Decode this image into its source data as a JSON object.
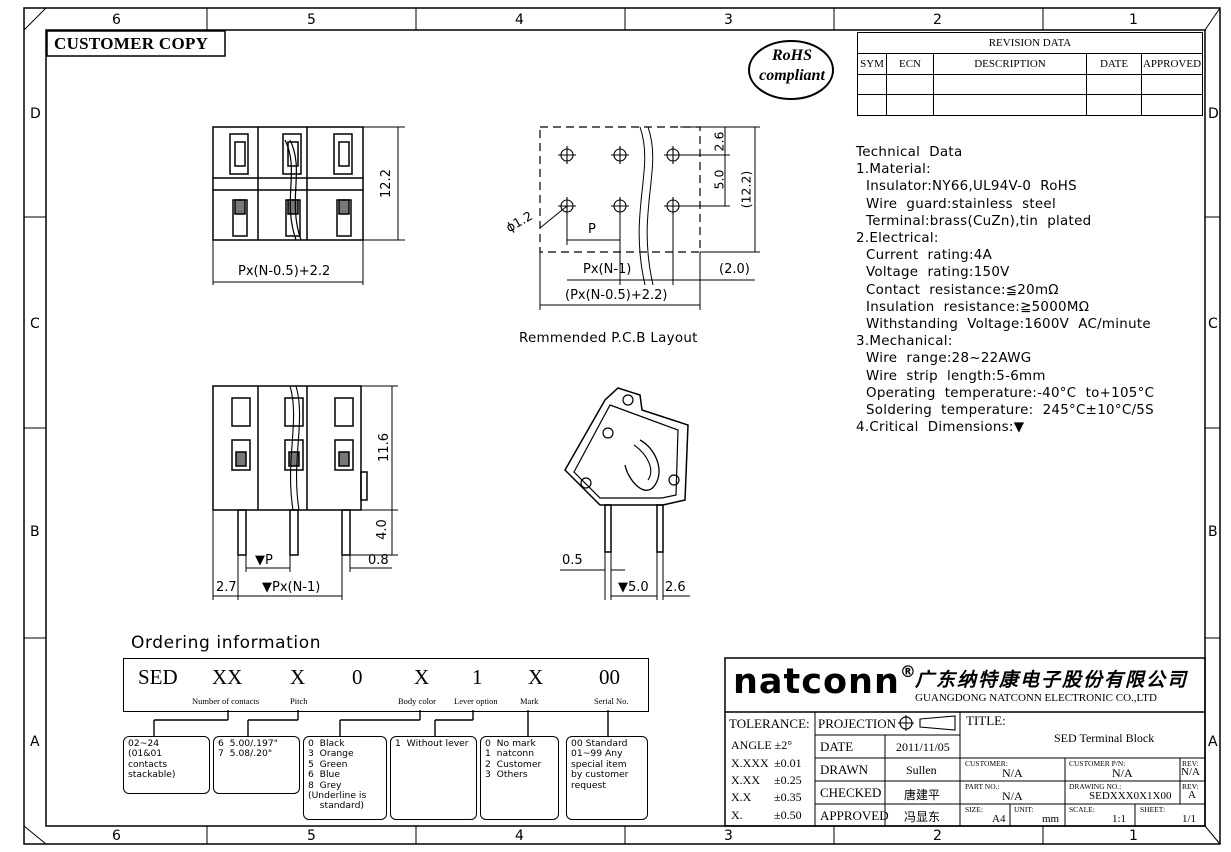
{
  "border": {
    "top_cols": [
      "6",
      "5",
      "4",
      "3",
      "2",
      "1"
    ],
    "bottom_cols": [
      "6",
      "5",
      "4",
      "3",
      "2",
      "1"
    ],
    "rows": [
      "D",
      "C",
      "B",
      "A"
    ]
  },
  "customer_copy": "CUSTOMER COPY",
  "rohs": {
    "line1": "RoHS",
    "line2": "compliant"
  },
  "revision": {
    "title": "REVISION DATA",
    "headers": [
      "SYM",
      "ECN",
      "DESCRIPTION",
      "DATE",
      "APPROVED"
    ]
  },
  "technical": {
    "lines": [
      {
        "t": "Technical  Data",
        "i": 0
      },
      {
        "t": "1.Material:",
        "i": 0
      },
      {
        "t": "Insulator:NY66,UL94V-0  RoHS",
        "i": 1
      },
      {
        "t": "Wire  guard:stainless  steel",
        "i": 1
      },
      {
        "t": "Terminal:brass(CuZn),tin  plated",
        "i": 1
      },
      {
        "t": "2.Electrical:",
        "i": 0
      },
      {
        "t": "Current  rating:4A",
        "i": 1
      },
      {
        "t": "Voltage  rating:150V",
        "i": 1
      },
      {
        "t": "Contact  resistance:≦20mΩ",
        "i": 1
      },
      {
        "t": "Insulation  resistance:≧5000MΩ",
        "i": 1
      },
      {
        "t": "Withstanding  Voltage:1600V  AC/minute",
        "i": 1
      },
      {
        "t": "3.Mechanical:",
        "i": 0
      },
      {
        "t": "Wire  range:28~22AWG",
        "i": 1
      },
      {
        "t": "Wire  strip  length:5-6mm",
        "i": 1
      },
      {
        "t": "Operating  temperature:-40°C  to+105°C",
        "i": 1
      },
      {
        "t": "Soldering  temperature:  245°C±10°C/5S",
        "i": 1
      },
      {
        "t": "4.Critical  Dimensions:▼",
        "i": 0
      }
    ]
  },
  "dims": {
    "front_height": "12.2",
    "front_width": "Px(N-0.5)+2.2",
    "pcb_26": "2.6",
    "pcb_50": "5.0",
    "pcb_122": "(12.2)",
    "pcb_phi": "ϕ1.2",
    "pcb_p": "P",
    "pcb_pxn1": "Px(N-1)",
    "pcb_20": "(2.0)",
    "pcb_total": "(Px(N-0.5)+2.2)",
    "pcb_caption": "Remmended  P.C.B  Layout",
    "side_116": "11.6",
    "side_40": "4.0",
    "side_p": "▼P",
    "side_08": "0.8",
    "side_27": "2.7",
    "side_pxn1": "▼Px(N-1)",
    "iso_05": "0.5",
    "iso_50": "▼5.0",
    "iso_26": "2.6"
  },
  "ordering": {
    "title": "Ordering  information",
    "codes": [
      "SED",
      "XX",
      "X",
      "0",
      "X",
      "1",
      "X",
      "00"
    ],
    "labels": [
      "Number of contacts",
      "Pitch",
      "Body color",
      "Lever option",
      "Mark",
      "Serial No."
    ],
    "boxes": [
      "02~24\n(01&01\ncontacts\nstackable)",
      "6  5.00/.197\"\n7  5.08/.20\"",
      "0  Black\n3  Orange\n5  Green\n6  Blue\n8  Grey\n(Underline is\n    standard)",
      "1  Without lever",
      "0  No mark\n1  natconn\n2  Customer\n3  Others",
      "00 Standard\n01~99 Any\nspecial item\nby customer\nrequest"
    ]
  },
  "titleblock": {
    "logo": "natconn",
    "reg": "®",
    "company_cn": "广东纳特康电子股份有限公司",
    "company_en": "GUANGDONG NATCONN ELECTRONIC CO.,LTD",
    "tolerance": "TOLERANCE:",
    "angle": "ANGLE ±2°",
    "tol_rows": [
      {
        "k": "X.XXX",
        "v": "±0.01"
      },
      {
        "k": "X.XX",
        "v": "±0.25"
      },
      {
        "k": "X.X",
        "v": "±0.35"
      },
      {
        "k": "X.",
        "v": "±0.50"
      }
    ],
    "projection": "PROJECTION",
    "date_label": "DATE",
    "date": "2011/11/05",
    "drawn_label": "DRAWN",
    "drawn": "Sullen",
    "checked_label": "CHECKED",
    "checked": "唐建平",
    "approved_label": "APPROVED",
    "approved": "冯显东",
    "title_label": "TITLE:",
    "title": "SED  Terminal Block",
    "customer_label": "CUSTOMER:",
    "customer": "N/A",
    "cust_pn_label": "CUSTOMER P/N:",
    "cust_pn": "N/A",
    "rev_label": "REV:",
    "rev1": "N/A",
    "part_label": "PART NO.:",
    "part": "N/A",
    "drawing_label": "DRAWING NO.:",
    "drawing": "SEDXXX0X1X00",
    "rev2": "A",
    "size_label": "SIZE:",
    "size": "A4",
    "unit_label": "UNIT:",
    "unit": "mm",
    "scale_label": "SCALE:",
    "scale": "1:1",
    "sheet_label": "SHEET:",
    "sheet": "1/1"
  }
}
